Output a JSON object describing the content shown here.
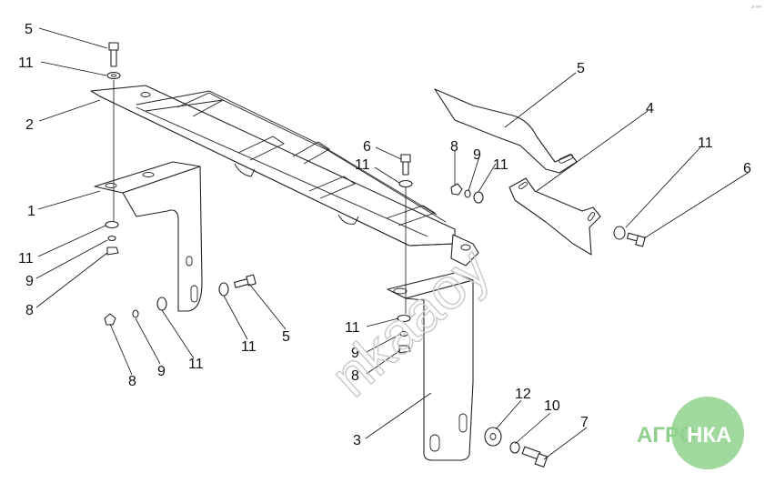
{
  "corner_note": "²⁰ ⁰⁰⁰",
  "watermark": "nkaaoy",
  "logo": {
    "text_left": "АГРО",
    "text_right": "НКА",
    "color": "#7cc47a"
  },
  "callouts": [
    "5",
    "11",
    "2",
    "1",
    "11",
    "9",
    "8",
    "8",
    "9",
    "11",
    "11",
    "5",
    "6",
    "11",
    "8",
    "9",
    "11",
    "11",
    "9",
    "8",
    "3",
    "5",
    "4",
    "11",
    "6",
    "12",
    "10",
    "7"
  ]
}
